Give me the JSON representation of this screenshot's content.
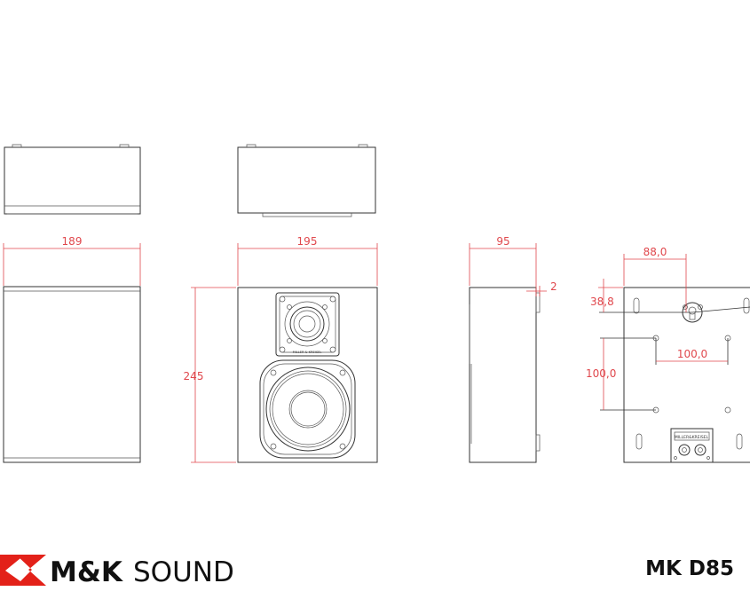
{
  "dimensions": {
    "side_width": "189",
    "front_width": "195",
    "height": "245",
    "depth": "95",
    "bracket": "2",
    "mount_offset_x": "88,0",
    "mount_offset_y": "38,8",
    "hole_spacing_x": "100,0",
    "hole_spacing_y": "100,0"
  },
  "labels": {
    "tweeter_plate": "MILLER & KREISEL",
    "terminal_plate": "MILLER&KREISEL"
  },
  "brand": {
    "name_bold": "M&K",
    "name_light": "SOUND",
    "model": "MK D85",
    "logo_icon": "mk-logo-icon",
    "accent_color": "#e32119"
  },
  "colors": {
    "dimension": "#e0474c",
    "outline": "#333333"
  }
}
